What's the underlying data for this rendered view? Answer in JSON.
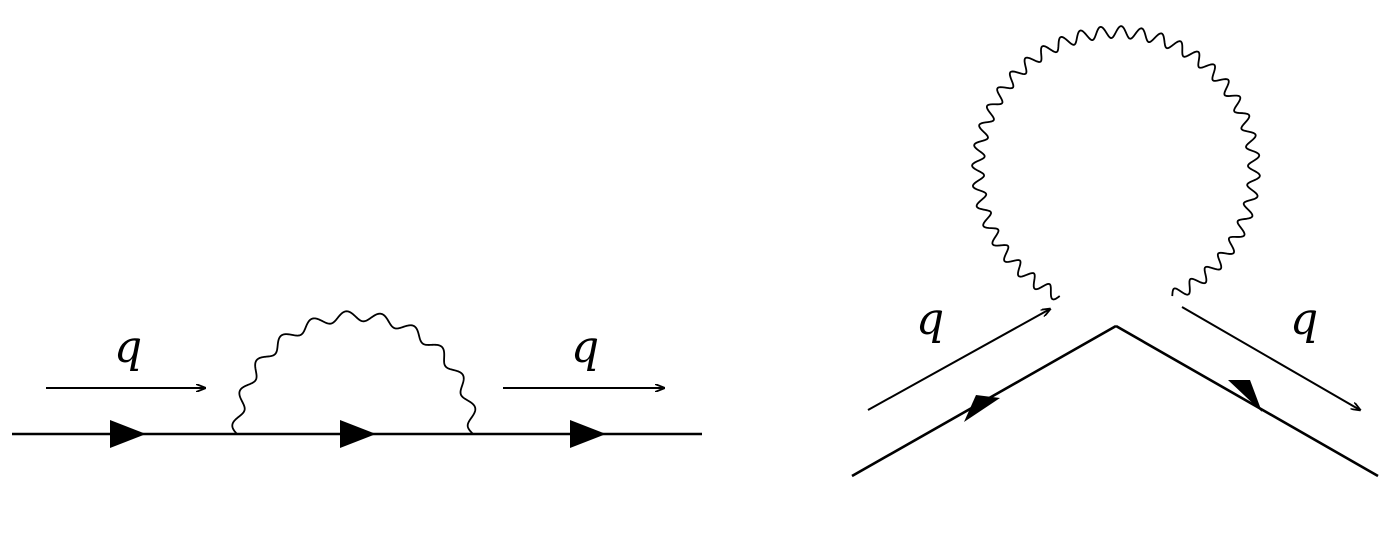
{
  "colors": {
    "ink": "#000000",
    "background": "#ffffff"
  },
  "diagrams": [
    {
      "name": "self-energy-diagram",
      "momentum_labels": [
        "q",
        "q"
      ]
    },
    {
      "name": "tadpole-vertex-diagram",
      "momentum_labels": [
        "q",
        "q"
      ]
    }
  ]
}
